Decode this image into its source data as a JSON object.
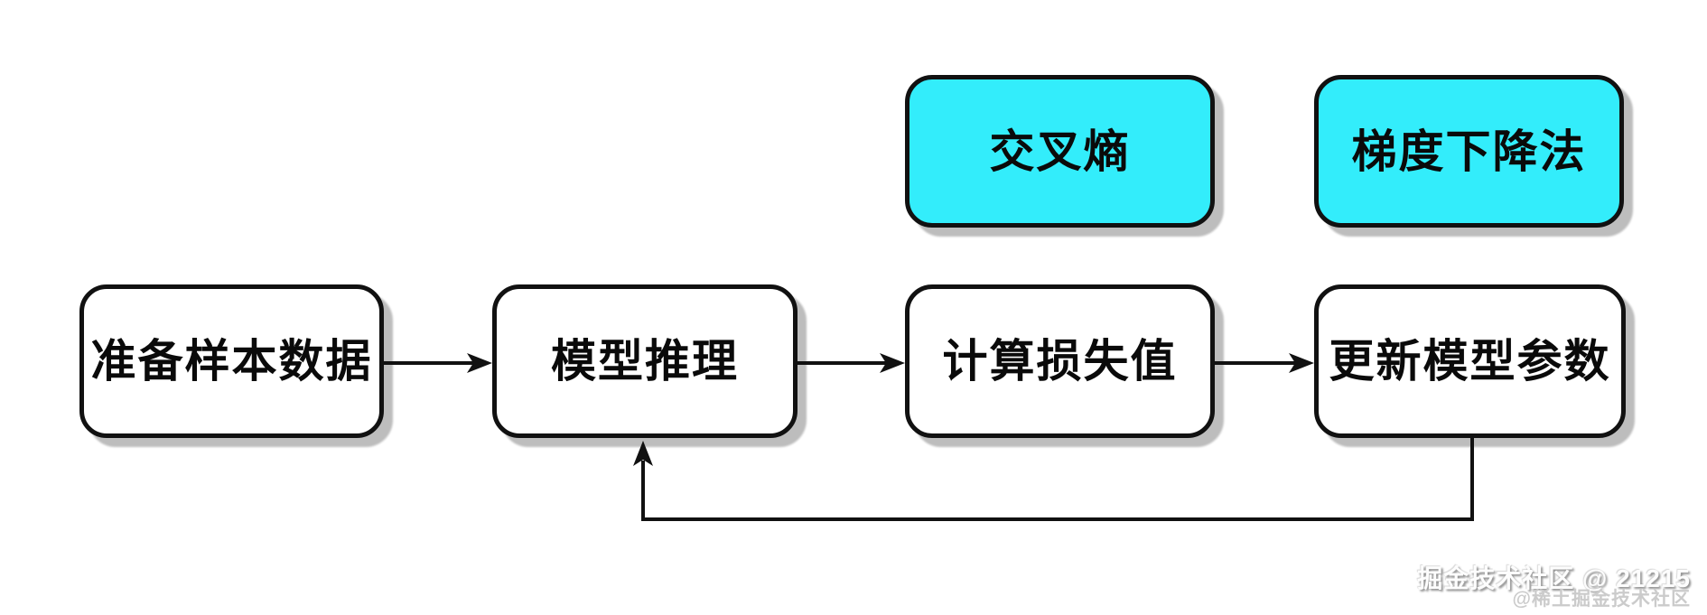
{
  "diagram": {
    "type": "flowchart",
    "direction": "left-to-right",
    "nodes": [
      {
        "id": "prepare-data",
        "label": "准备样本数据",
        "kind": "step"
      },
      {
        "id": "model-inference",
        "label": "模型推理",
        "kind": "step"
      },
      {
        "id": "compute-loss",
        "label": "计算损失值",
        "kind": "step"
      },
      {
        "id": "update-params",
        "label": "更新模型参数",
        "kind": "step"
      },
      {
        "id": "cross-entropy",
        "label": "交叉熵",
        "kind": "highlight"
      },
      {
        "id": "gradient-descent",
        "label": "梯度下降法",
        "kind": "highlight"
      }
    ],
    "edges": [
      {
        "from": "prepare-data",
        "to": "model-inference",
        "style": "arrow"
      },
      {
        "from": "model-inference",
        "to": "compute-loss",
        "style": "arrow"
      },
      {
        "from": "compute-loss",
        "to": "update-params",
        "style": "arrow"
      },
      {
        "from": "update-params",
        "to": "model-inference",
        "style": "feedback-arrow"
      }
    ],
    "colors": {
      "step_fill": "#ffffff",
      "highlight_fill": "#33edfb",
      "stroke": "#111111",
      "shadow": "#bdbdbd",
      "background": "#ffffff"
    }
  },
  "watermark": {
    "line1": "掘金技术社区 @ 21215",
    "line2": "@稀土掘金技术社区"
  }
}
